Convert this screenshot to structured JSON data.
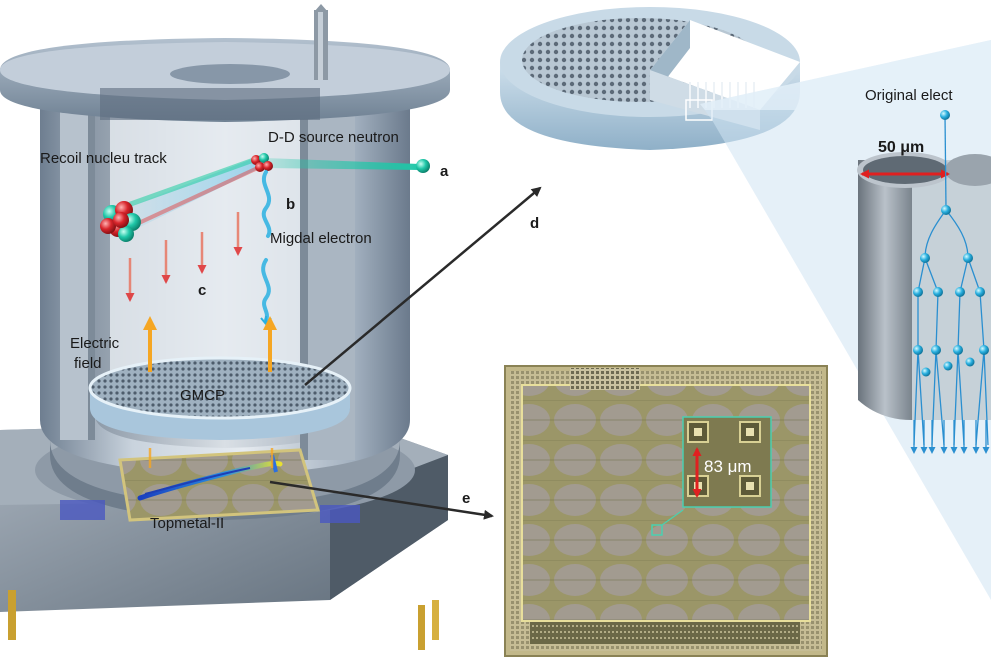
{
  "labels": {
    "recoil": "Recoil nucleu track",
    "source": "D-D source neutron",
    "a": "a",
    "b": "b",
    "migdal": "Migdal electron",
    "c": "c",
    "field1": "Electric",
    "field2": "field",
    "gmcp": "GMCP",
    "topmetal": "Topmetal-II",
    "d": "d",
    "e": "e",
    "orig": "Original elect",
    "pore": "50 μm",
    "pixel": "83 μm"
  },
  "colors": {
    "metal": "#8fa0b3",
    "metal_dark": "#5b6b7d",
    "gmcp": "#a9c6dc",
    "electron": "#2ab0e0",
    "neutron": "#1fc7a8",
    "recoil_red": "#d8252b",
    "field_arrow": "#f5a623",
    "drift_arrow": "#e8705a",
    "scale_red": "#e02020",
    "chip": "#b8a874"
  },
  "icons": {
    "neutron": "neutron-sphere-icon",
    "nucleus": "recoil-nucleus-icon"
  }
}
